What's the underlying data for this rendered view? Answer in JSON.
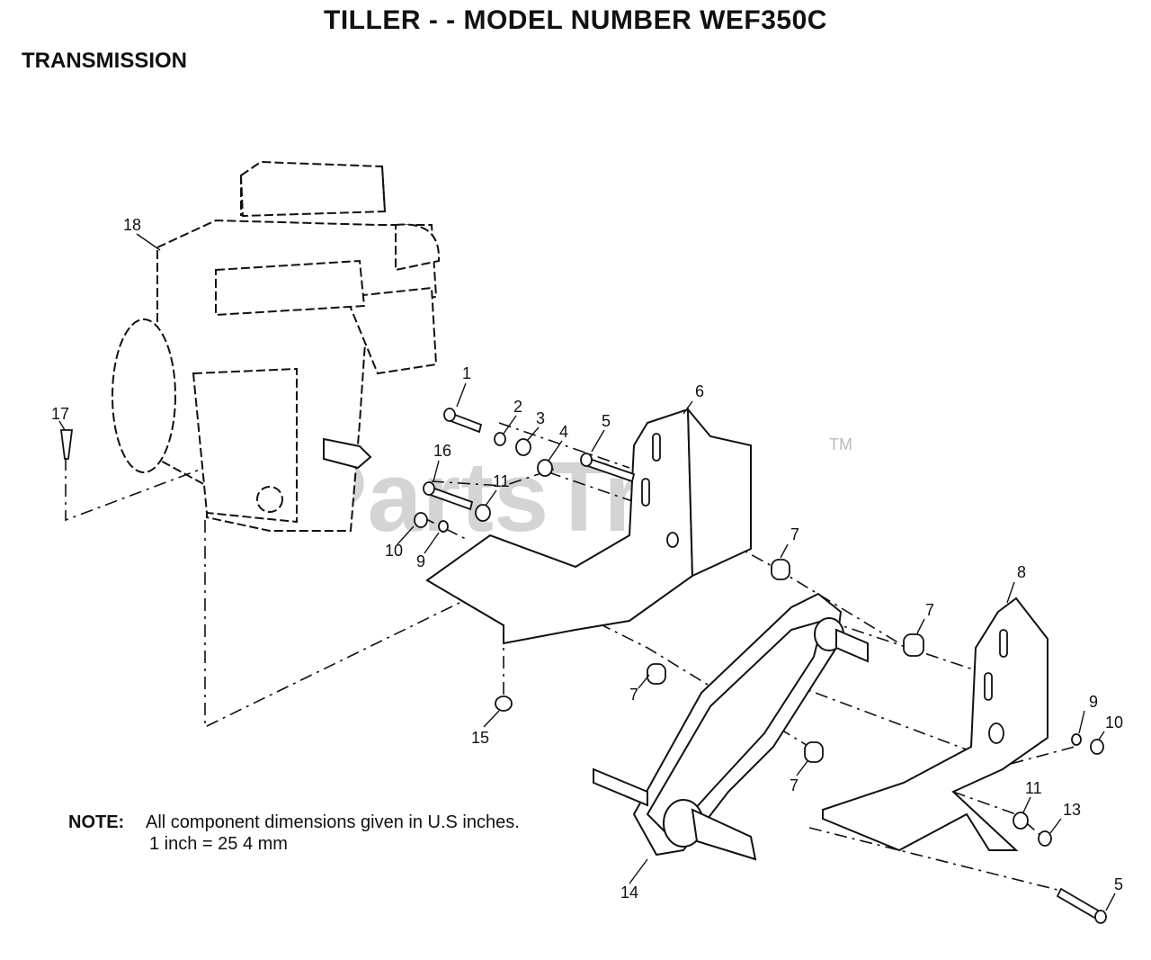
{
  "header": {
    "title": "TILLER - - MODEL NUMBER WEF350C",
    "section": "TRANSMISSION"
  },
  "watermark": {
    "text": "PartsTree",
    "tm": "TM"
  },
  "note": {
    "label": "NOTE:",
    "line1": "All component dimensions given in U.S  inches.",
    "line2": "1 inch = 25 4 mm"
  },
  "callouts": {
    "c1": "1",
    "c2": "2",
    "c3": "3",
    "c4": "4",
    "c5a": "5",
    "c5b": "5",
    "c6": "6",
    "c7a": "7",
    "c7b": "7",
    "c7c": "7",
    "c7d": "7",
    "c8": "8",
    "c9a": "9",
    "c9b": "9",
    "c10a": "10",
    "c10b": "10",
    "c11a": "11",
    "c11b": "11",
    "c13": "13",
    "c14": "14",
    "c15": "15",
    "c16": "16",
    "c17": "17",
    "c18": "18"
  }
}
